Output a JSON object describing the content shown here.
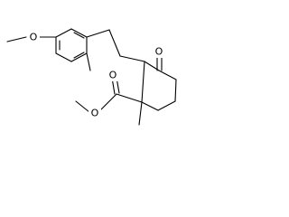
{
  "structure": {
    "atoms": {
      "methoxy_oxygen": "O",
      "ketone_oxygen": "O",
      "ester_carbonyl_oxygen": "O",
      "ester_ether_oxygen": "O"
    }
  }
}
